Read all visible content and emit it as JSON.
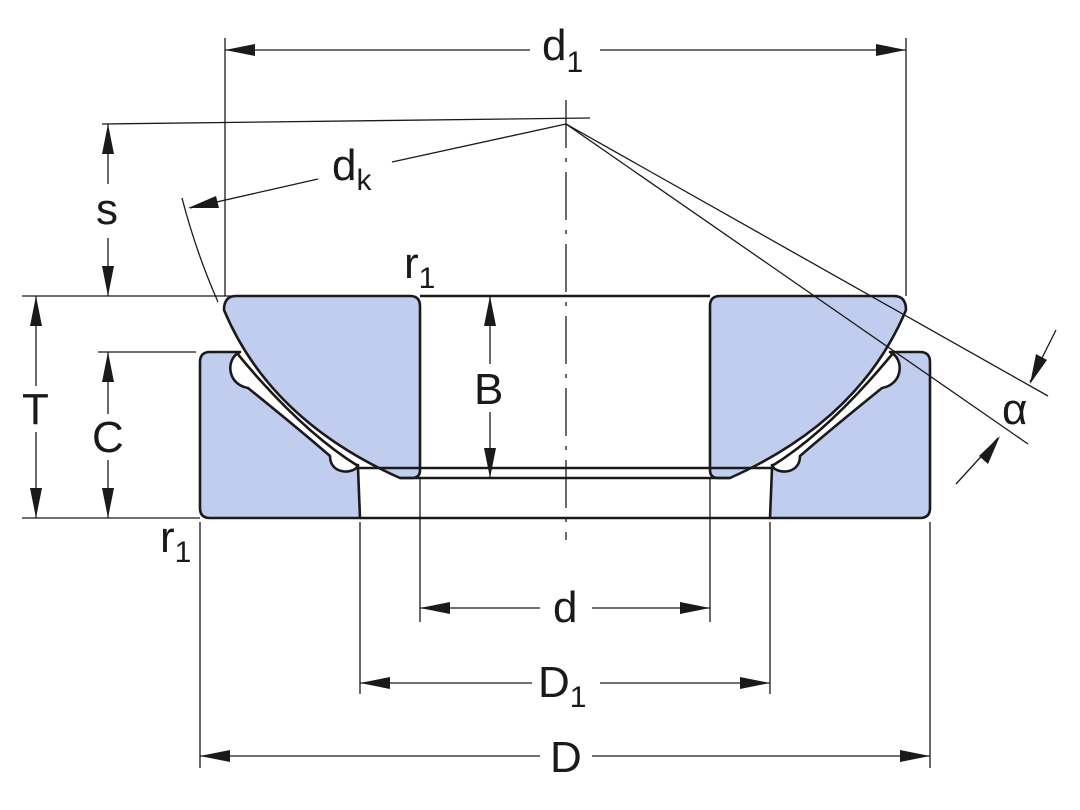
{
  "labels": {
    "d1": {
      "main": "d",
      "sub": "1"
    },
    "dk": {
      "main": "d",
      "sub": "k"
    },
    "s": "s",
    "r1_top": {
      "main": "r",
      "sub": "1"
    },
    "T": "T",
    "C": "C",
    "B": "B",
    "alpha": "α",
    "r1_bottom": {
      "main": "r",
      "sub": "1"
    },
    "d": "d",
    "D1": {
      "main": "D",
      "sub": "1"
    },
    "D": "D"
  },
  "colors": {
    "part_fill": "#c0cdee",
    "line": "#1a1a1a",
    "background": "#ffffff"
  }
}
